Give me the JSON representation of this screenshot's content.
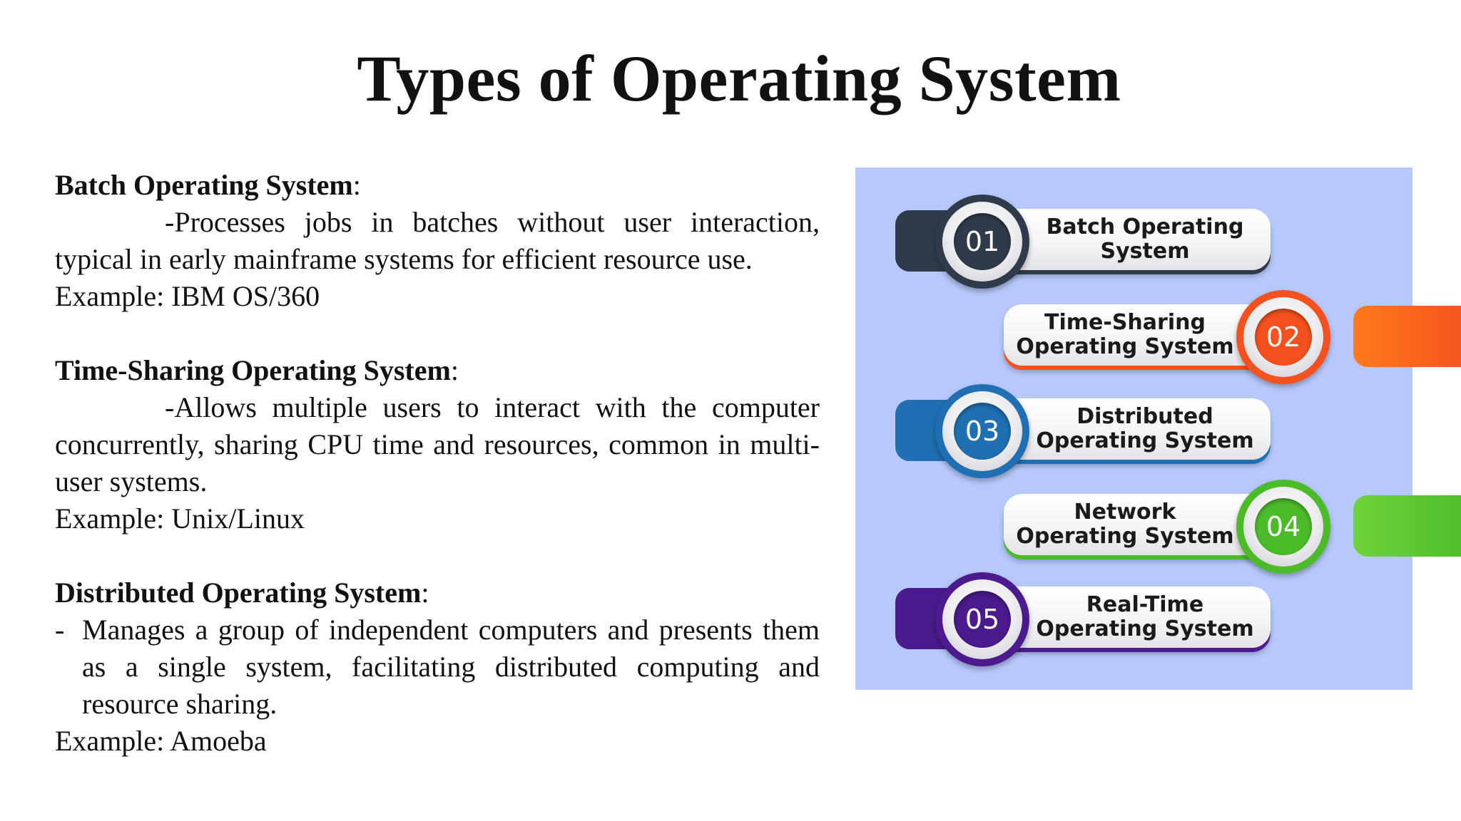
{
  "title": "Types of Operating System",
  "sections": [
    {
      "heading": "Batch Operating System",
      "colon": ":",
      "description": "-Processes jobs in batches without user interaction, typical in early mainframe systems for efficient resource use.",
      "example": "Example: IBM OS/360"
    },
    {
      "heading": "Time-Sharing Operating System",
      "colon": ":",
      "description": "-Allows multiple users to interact with the computer concurrently, sharing CPU time and resources, common in multi-user systems.",
      "example": "Example: Unix/Linux"
    },
    {
      "heading": "Distributed Operating System",
      "colon": ":",
      "bullet": "-",
      "description": "Manages a group of independent computers and presents them as a single system, facilitating distributed computing and resource sharing.",
      "example": "Example: Amoeba"
    }
  ],
  "infographic": {
    "background_color": "#b7c9fc",
    "items": [
      {
        "number": "01",
        "line1": "Batch Operating",
        "line2": "System",
        "color": "#2f3b4a"
      },
      {
        "number": "02",
        "line1": "Time-Sharing",
        "line2": "Operating System",
        "color": "#f4511e"
      },
      {
        "number": "03",
        "line1": "Distributed",
        "line2": "Operating System",
        "color": "#1f6fb2"
      },
      {
        "number": "04",
        "line1": "Network",
        "line2": "Operating System",
        "color": "#4cbb2a"
      },
      {
        "number": "05",
        "line1": "Real-Time",
        "line2": "Operating System",
        "color": "#4b1a8c"
      }
    ]
  }
}
